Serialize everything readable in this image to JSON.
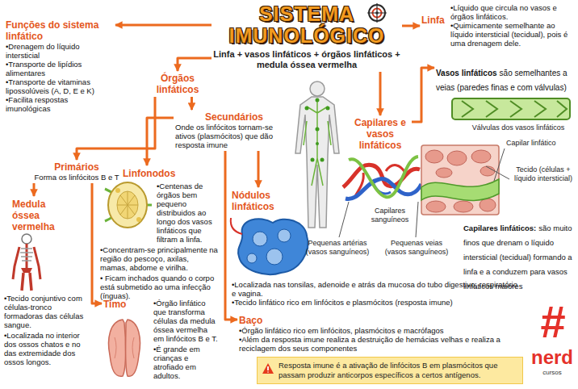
{
  "diagram": {
    "nodes": [
      {
        "text": [
          "SISTEMA IMUNOLÓGICO",
          "Linfa + vasos linfáticos + órgãos linfáticos + medula óssea vermelha"
        ]
      },
      {
        "text": [
          "Funções do sistema linfático",
          "•Drenagem do líquido intersticial",
          "•Transporte de lipídios alimentares",
          "•Transporte de vitaminas lipossolúveis (A, D, E e K)",
          "•Facilita respostas imunológicas"
        ]
      },
      {
        "text": [
          "Linfa",
          "•Líquido que circula no vasos e órgãos linfáticos.",
          "•Quimicamente semelhante ao líquido intersticial (tecidual), pois é uma drenagem dele."
        ]
      },
      {
        "text": [
          "Órgãos linfáticos"
        ]
      },
      {
        "text": [
          "Capilares e vasos linfáticos"
        ]
      },
      {
        "text": [
          "Vasos linfáticos",
          "são semelhantes a veias (paredes finas e com válvulas)"
        ]
      },
      {
        "text": [
          "Secundários",
          "Onde os linfócitos tornam-se ativos (plasmócitos) que dão resposta imune"
        ]
      },
      {
        "text": [
          "Primários",
          "Forma os linfócitos B e T"
        ]
      },
      {
        "text": [
          "Linfonodos",
          "•Centenas de órgãos bem pequeno distribuidos ao longo dos vasos linfáticos que filtram a linfa.",
          "•Concentram-se principalmente na região do pescoço, axilas, mamas, abdome e virilha.",
          "• Ficam inchados quando o corpo está submetido ao uma infecção (ínguas)."
        ]
      },
      {
        "text": [
          "Nódulos linfáticos",
          "•Localizada nas tonsilas, adenoide e atrás da mucosa do tubo digestivo, respiratório e vagina.",
          "•Tecido linfático rico em linfócitos e plasmócitos (resposta imune)"
        ]
      },
      {
        "text": [
          "Medula óssea vermelha",
          "•Tecido conjuntivo com células-tronco formadoras das células sangue.",
          "•Localizada no interior dos ossos chatos e no das extremidade dos ossos longos."
        ]
      },
      {
        "text": [
          "Timo",
          "•Órgão linfático que transforma células da medula óssea vermelha em linfócitos B e T.",
          "•É grande em crianças e atrofiado em adultos."
        ]
      },
      {
        "text": [
          "Baço",
          "•Órgão linfático rico em linfócitos, plasmócitos e macrófagos",
          "•Além da resposta imune realiza a destruição de hemácias velhas e realiza a reciclagem dos seus componentes"
        ]
      },
      {
        "text": [
          "Capilares linfáticos:",
          "são muito finos que drenam o líquido intersticial (tecidual) formando a linfa e a conduzem para vasos linfáticos maiores"
        ]
      },
      {
        "text": [
          "Resposta imune é a ativação de linfócitos B em plasmócitos que passam produzir anticorpos específicos a certos antígenos."
        ]
      }
    ],
    "edges": [
      {
        "from": 0,
        "to": 1,
        "arrow": "to"
      },
      {
        "from": 0,
        "to": 3,
        "arrow": "to"
      },
      {
        "from": 0,
        "to": 2,
        "arrow": "to"
      },
      {
        "from": 0,
        "to": 4,
        "arrow": "to"
      },
      {
        "from": 4,
        "to": 5,
        "arrow": "to"
      },
      {
        "from": 3,
        "to": 6,
        "arrow": "to"
      },
      {
        "from": 3,
        "to": 7,
        "arrow": "to"
      },
      {
        "from": 6,
        "to": 8,
        "arrow": "to"
      },
      {
        "from": 6,
        "to": 9,
        "arrow": "to"
      },
      {
        "from": 6,
        "to": 12,
        "arrow": "to"
      },
      {
        "from": 7,
        "to": 10,
        "arrow": "to"
      },
      {
        "from": 7,
        "to": 11,
        "arrow": "to"
      }
    ],
    "labels": [
      "Válvulas dos vasos linfáticos",
      "Capilar linfático",
      "Tecido (células + líquido intersticial)",
      "Capilares sanguíneos",
      "Pequenas artérias (vasos sanguíneos)",
      "Pequenas veias (vasos sanguíneos)",
      "#",
      "nerd",
      "cursos"
    ]
  }
}
